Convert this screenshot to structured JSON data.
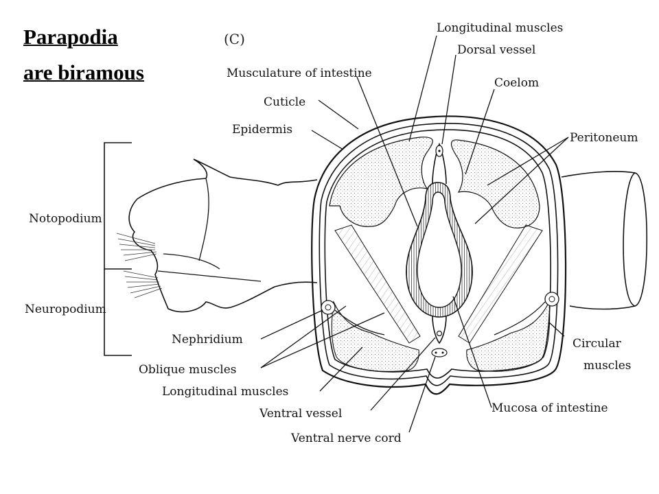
{
  "heading": {
    "line1": "Parapodia",
    "line2": "are biramous"
  },
  "panel_label": "(C)",
  "labels": {
    "longitudinal_muscles_top": "Longitudinal muscles",
    "dorsal_vessel": "Dorsal vessel",
    "musculature_of_intestine": "Musculature of intestine",
    "coelom": "Coelom",
    "cuticle": "Cuticle",
    "epidermis": "Epidermis",
    "peritoneum": "Peritoneum",
    "notopodium": "Notopodium",
    "neuropodium": "Neuropodium",
    "nephridium": "Nephridium",
    "oblique_muscles": "Oblique muscles",
    "longitudinal_muscles_bottom": "Longitudinal muscles",
    "ventral_vessel": "Ventral vessel",
    "ventral_nerve_cord": "Ventral nerve cord",
    "mucosa_of_intestine": "Mucosa of intestine",
    "circular_muscles_1": "Circular",
    "circular_muscles_2": "muscles"
  }
}
